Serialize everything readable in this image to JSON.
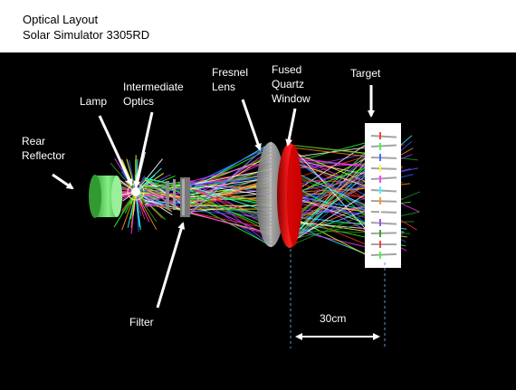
{
  "header": {
    "title": "Optical Layout",
    "subtitle": "Solar Simulator 3305RD"
  },
  "labels": {
    "rear_reflector": [
      "Rear",
      "Reflector"
    ],
    "lamp": "Lamp",
    "intermediate_optics": [
      "Intermediate",
      "Optics"
    ],
    "fresnel_lens": [
      "Fresnel",
      "Lens"
    ],
    "fused_quartz_window": [
      "Fused",
      "Quartz",
      "Window"
    ],
    "target": "Target",
    "filter": "Filter",
    "dimension": "30cm"
  },
  "colors": {
    "background": "#000000",
    "arrow": "#ffffff",
    "reflector": "#66dd66",
    "fresnel_lens": "#a0a0a0",
    "quartz_window": "#e01010",
    "target": "#ffffff",
    "dimension_line": "#6a8fd0"
  }
}
